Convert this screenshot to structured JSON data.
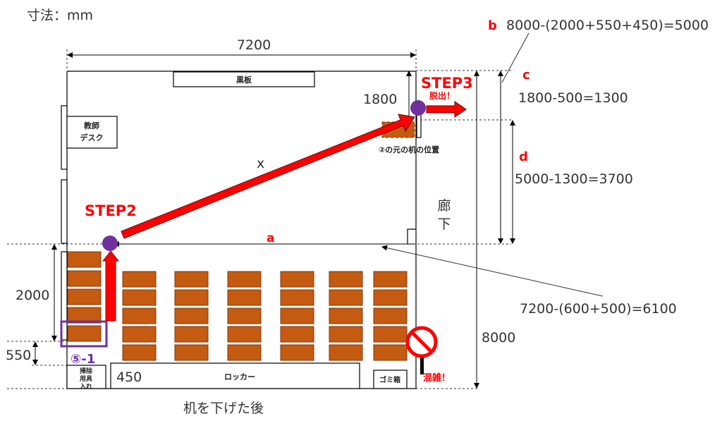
{
  "unit_label": "寸法：mm",
  "caption": "机を下げた後",
  "room": {
    "blackboard": "黒板",
    "teacher_desk": [
      "教師",
      "デスク"
    ],
    "locker": "ロッカー",
    "cleaning_box": [
      "掃除",
      "用具",
      "入れ"
    ],
    "trash": "ゴミ箱",
    "corridor": [
      "廊",
      "下"
    ],
    "orig_desk_label": "②の元の机の位置",
    "highlight_label": "⑤-1"
  },
  "dimensions": {
    "width": "7200",
    "depth": "8000",
    "d1800": "1800",
    "d2000": "2000",
    "d550": "550",
    "d450": "450"
  },
  "labels": {
    "b": "b",
    "b_formula": "8000-(2000+550+450)=5000",
    "c": "c",
    "c_formula": "1800-500=1300",
    "d": "d",
    "d_formula": "5000-1300=3700",
    "a": "a",
    "a_formula": "7200-(600+500)=6100",
    "x": "x",
    "step2": "STEP2",
    "step3": "STEP3",
    "escape": "脱出！",
    "crowded": "混雑！"
  },
  "colors": {
    "desk": "#c55a11",
    "route": "#ff0000",
    "person": "#7030a0"
  }
}
